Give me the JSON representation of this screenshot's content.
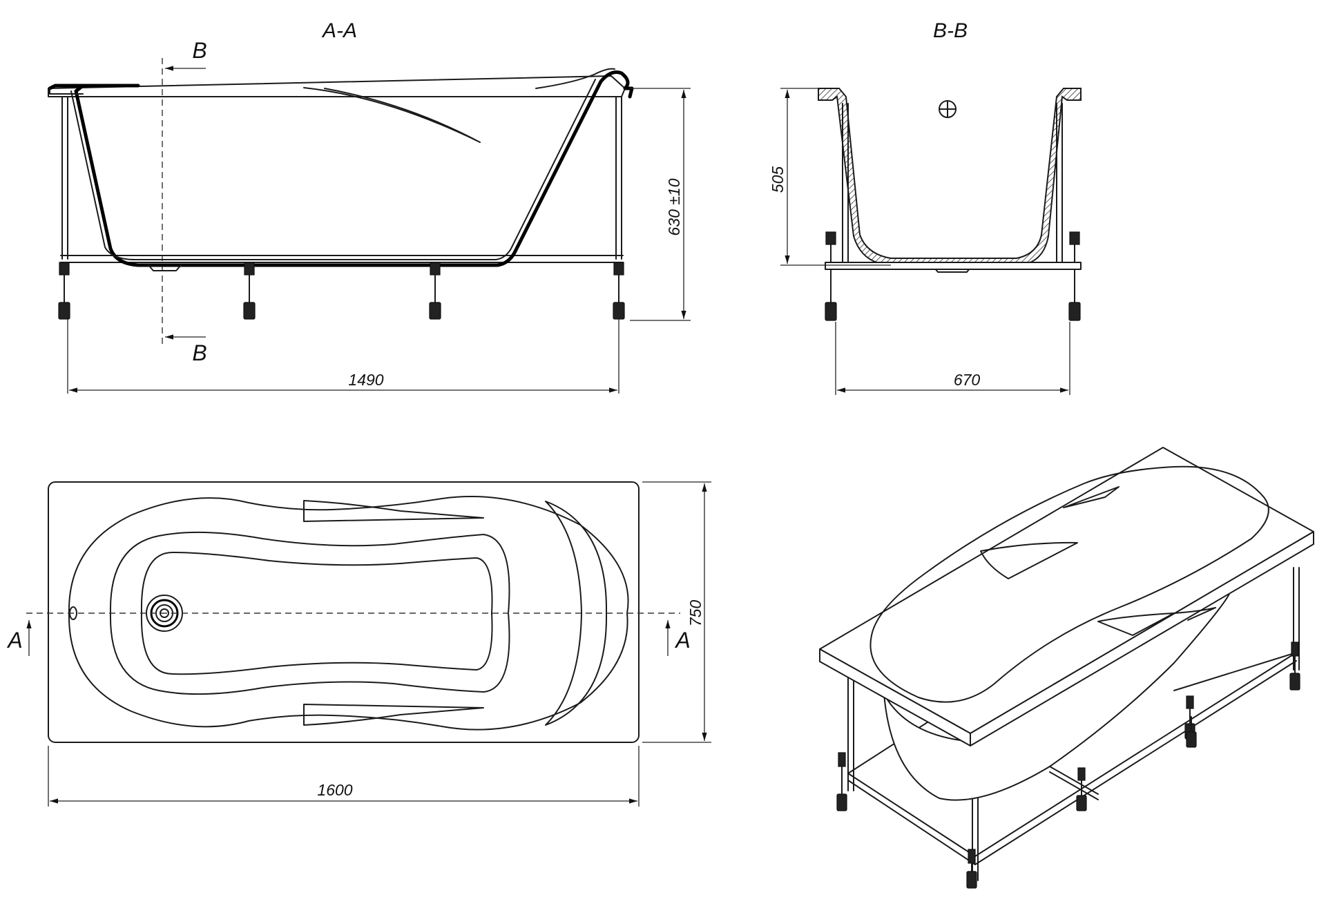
{
  "views": {
    "section_aa": {
      "title": "A-A",
      "cut_mark_top": "B",
      "cut_mark_bottom": "B",
      "width_dim": "1490",
      "height_dim": "630 ±10"
    },
    "section_bb": {
      "title": "B-B",
      "height_dim": "505",
      "width_dim": "670"
    },
    "plan": {
      "section_mark_left": "A",
      "section_mark_right": "A",
      "length_dim": "1600",
      "width_dim": "750"
    },
    "isometric": {}
  },
  "colors": {
    "line": "#1a1a1a",
    "background": "#ffffff"
  }
}
